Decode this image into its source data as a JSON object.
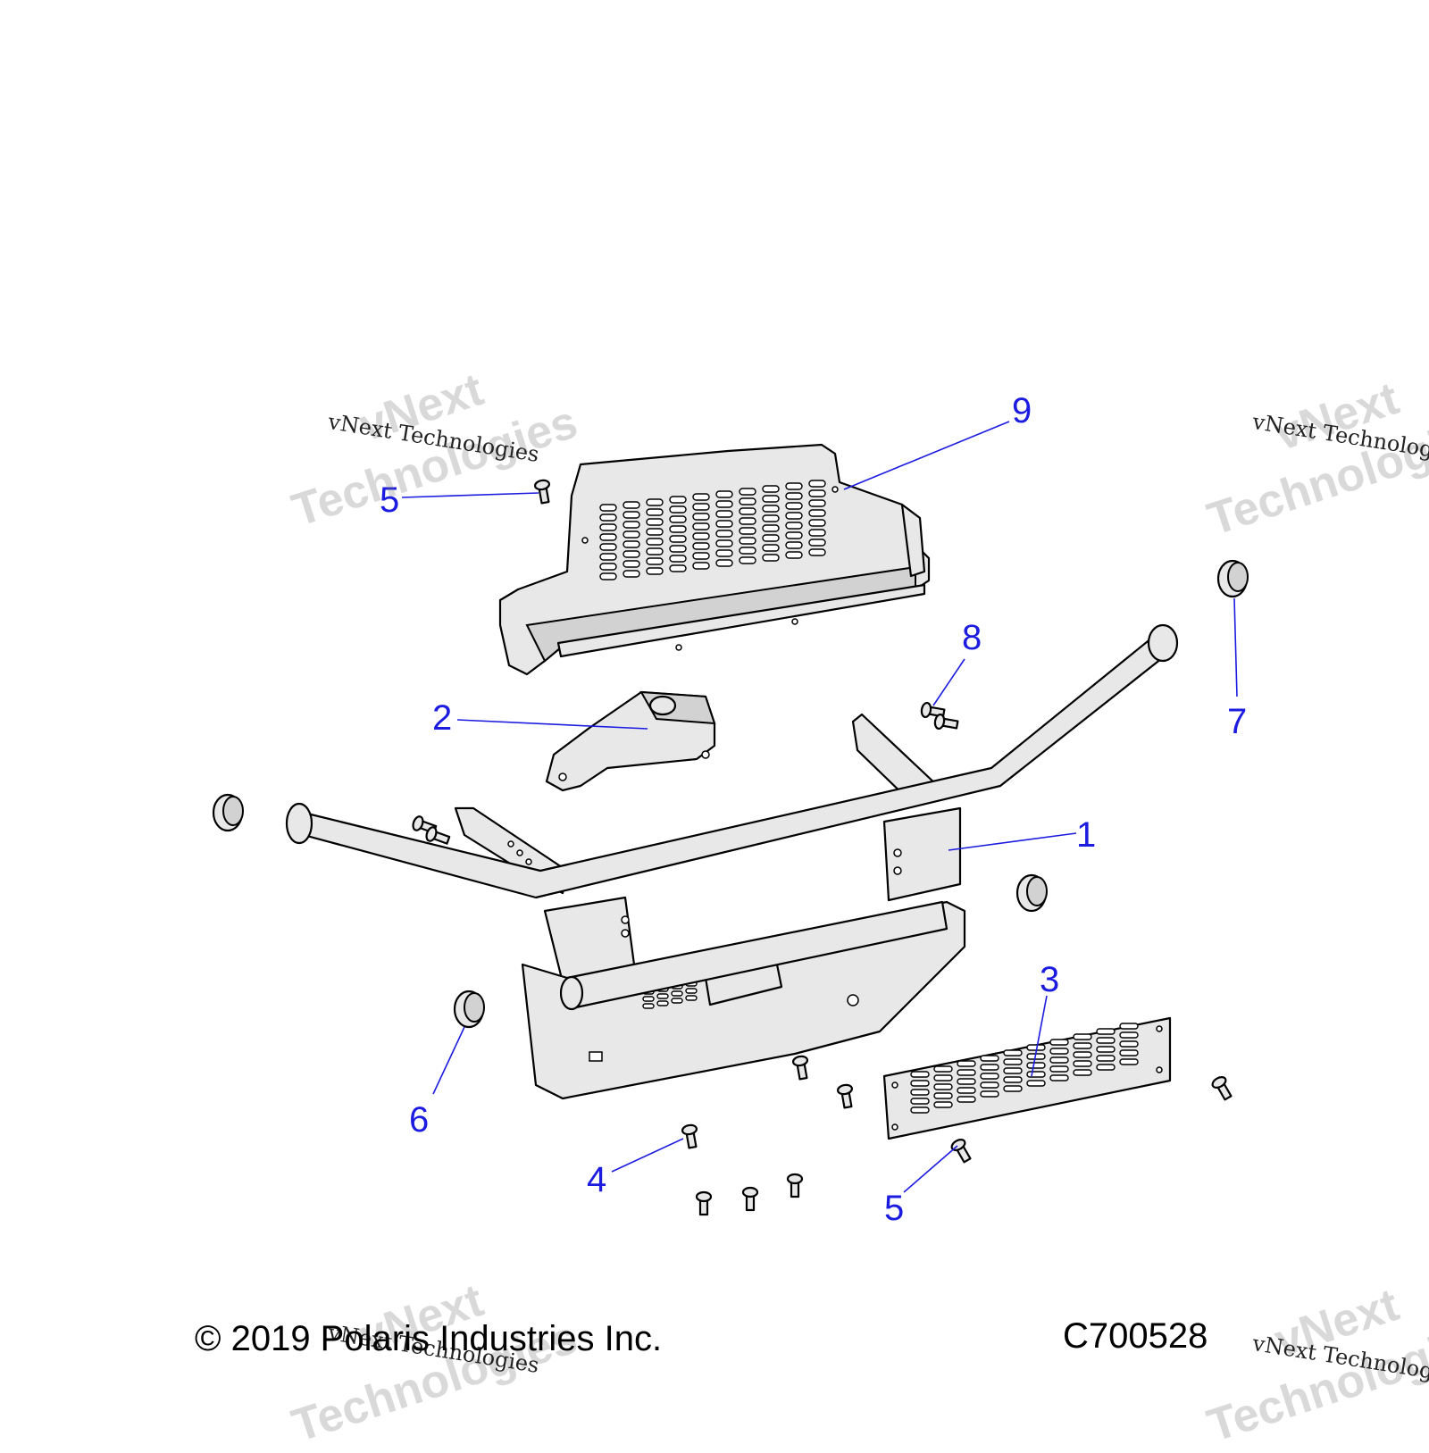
{
  "diagram": {
    "callouts": [
      "9",
      "5",
      "8",
      "2",
      "7",
      "1",
      "3",
      "6",
      "4",
      "5"
    ]
  },
  "footer": {
    "copyright": "© 2019 Polaris Industries Inc.",
    "code": "C700528"
  },
  "watermark": {
    "text_small": "vNext Technologies",
    "text_large_1": "vNext",
    "text_large_2": "Technologies"
  },
  "colors": {
    "callout": "#1c1ce0",
    "part_fill": "#e8e8e8"
  }
}
